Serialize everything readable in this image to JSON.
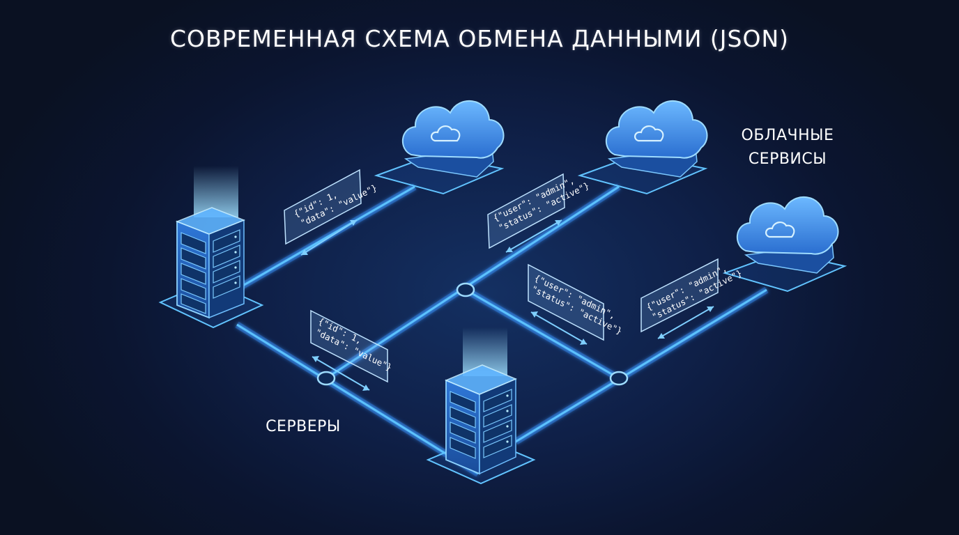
{
  "title": "СОВРЕМЕННАЯ СХЕМА ОБМЕНА ДАННЫМИ (JSON)",
  "labels": {
    "cloud_services_line1": "ОБЛАЧНЫЕ",
    "cloud_services_line2": "СЕРВИСЫ",
    "servers": "СЕРВЕРЫ"
  },
  "json_cards": [
    {
      "id": "card-1",
      "lines": [
        "{\"id\": 1,",
        "\"data\": \"value\"}"
      ]
    },
    {
      "id": "card-2",
      "lines": [
        "{\"user\": \"admin\",",
        "\"status\": \"active\"}"
      ]
    },
    {
      "id": "card-3",
      "lines": [
        "{\"id\": 1,",
        "\"data\": \"value\"}"
      ]
    },
    {
      "id": "card-4",
      "lines": [
        "{\"user\": \"admin\",",
        "\"status\": \"active\"}"
      ]
    },
    {
      "id": "card-5",
      "lines": [
        "{\"user\": \"admin\",",
        "\"status\": \"active\"}"
      ]
    }
  ],
  "colors": {
    "background": "#0b1326",
    "connection": "#5cc2ff",
    "glow": "#2f86ff",
    "text": "#ffffff"
  },
  "icons": [
    "cloud-icon",
    "server-icon",
    "bidirectional-arrow-icon"
  ]
}
